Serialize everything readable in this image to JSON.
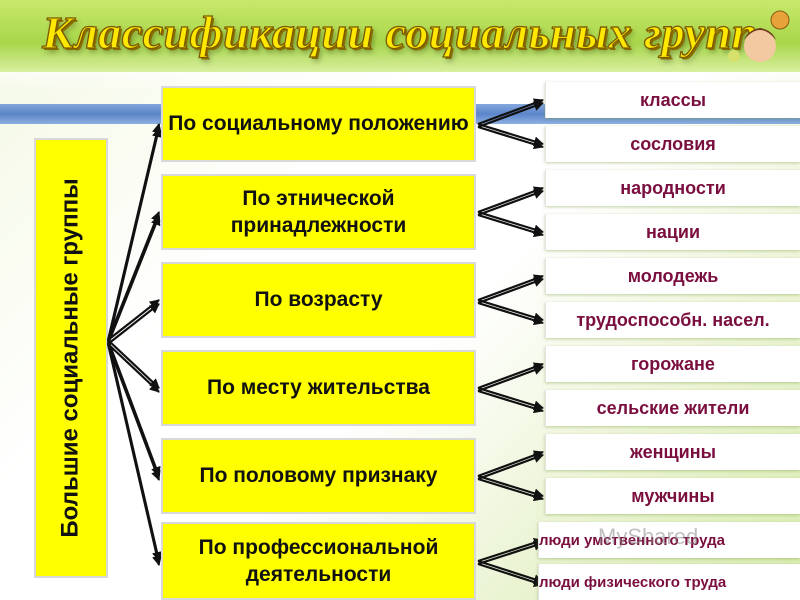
{
  "title": "Классификации социальных групп",
  "vertical_label": "Большие социальные группы",
  "categories": [
    {
      "label": "По социальному положению"
    },
    {
      "label": "По этнической принадлежности"
    },
    {
      "label": "По возрасту"
    },
    {
      "label": "По месту жительства"
    },
    {
      "label": "По половому признаку"
    },
    {
      "label": "По профессиональной деятельности"
    }
  ],
  "subgroups": [
    {
      "label": "классы"
    },
    {
      "label": "сословия"
    },
    {
      "label": "народности"
    },
    {
      "label": "нации"
    },
    {
      "label": "молодежь"
    },
    {
      "label": "трудоспособн. насел."
    },
    {
      "label": "горожане"
    },
    {
      "label": "сельские жители"
    },
    {
      "label": "женщины"
    },
    {
      "label": "мужчины"
    },
    {
      "label": "люди умственного труда"
    },
    {
      "label": "люди физического труда"
    }
  ],
  "watermark": "MyShared",
  "colors": {
    "box_fill": "#ffff00",
    "subgroup_text": "#7a0e3f",
    "title_fill": "#ffe800",
    "band_green": "#a7d64a",
    "blue_line": "#3f6fc0"
  }
}
